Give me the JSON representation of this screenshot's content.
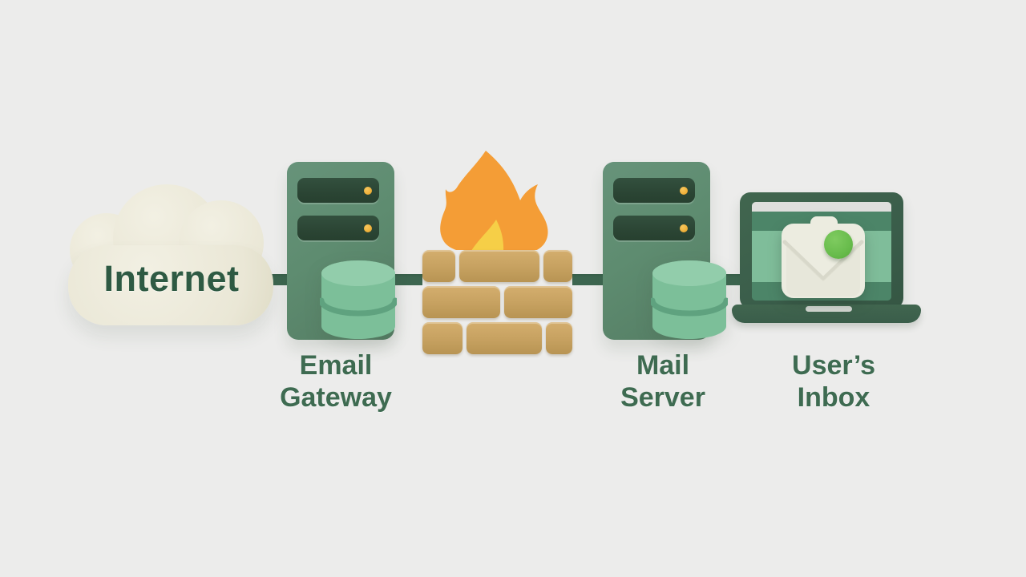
{
  "background_color": "#ECECEB",
  "diagram": {
    "type": "flow",
    "flow_direction": "left-to-right",
    "nodes": [
      {
        "id": "internet",
        "icon": "cloud-icon",
        "label": "Internet"
      },
      {
        "id": "email-gateway",
        "icon": "server-database-icon",
        "label": "Email Gateway",
        "label_line1": "Email",
        "label_line2": "Gateway"
      },
      {
        "id": "firewall",
        "icon": "firewall-flame-icon",
        "label": ""
      },
      {
        "id": "mail-server",
        "icon": "server-database-icon",
        "label": "Mail Server",
        "label_line1": "Mail",
        "label_line2": "Server"
      },
      {
        "id": "users-inbox",
        "icon": "laptop-email-icon",
        "label": "User’s Inbox",
        "label_line1": "User’s",
        "label_line2": "Inbox"
      }
    ],
    "connections": [
      {
        "from": "internet",
        "to": "email-gateway"
      },
      {
        "from": "email-gateway",
        "to": "firewall"
      },
      {
        "from": "firewall",
        "to": "mail-server"
      },
      {
        "from": "mail-server",
        "to": "users-inbox"
      }
    ]
  },
  "colors": {
    "background": "#ECECEB",
    "connector_green": "#3D6650",
    "label_green": "#3E6B51",
    "internet_text_green": "#2E5A43",
    "cloud_cream": "#EAE7D6",
    "server_green": "#5E8C70",
    "server_slot_dark": "#2B4534",
    "indicator_gold": "#EFB23C",
    "database_green": "#7CBF99",
    "brick_tan": "#C6A160",
    "flame_orange": "#F49D36",
    "flame_yellow": "#F6CF47",
    "laptop_dark_green": "#3A5D4A",
    "screen_teal": "#4C8568",
    "screen_light_green": "#7FBD9A",
    "envelope_cream": "#ECECE0",
    "notification_green": "#68BC4C"
  }
}
